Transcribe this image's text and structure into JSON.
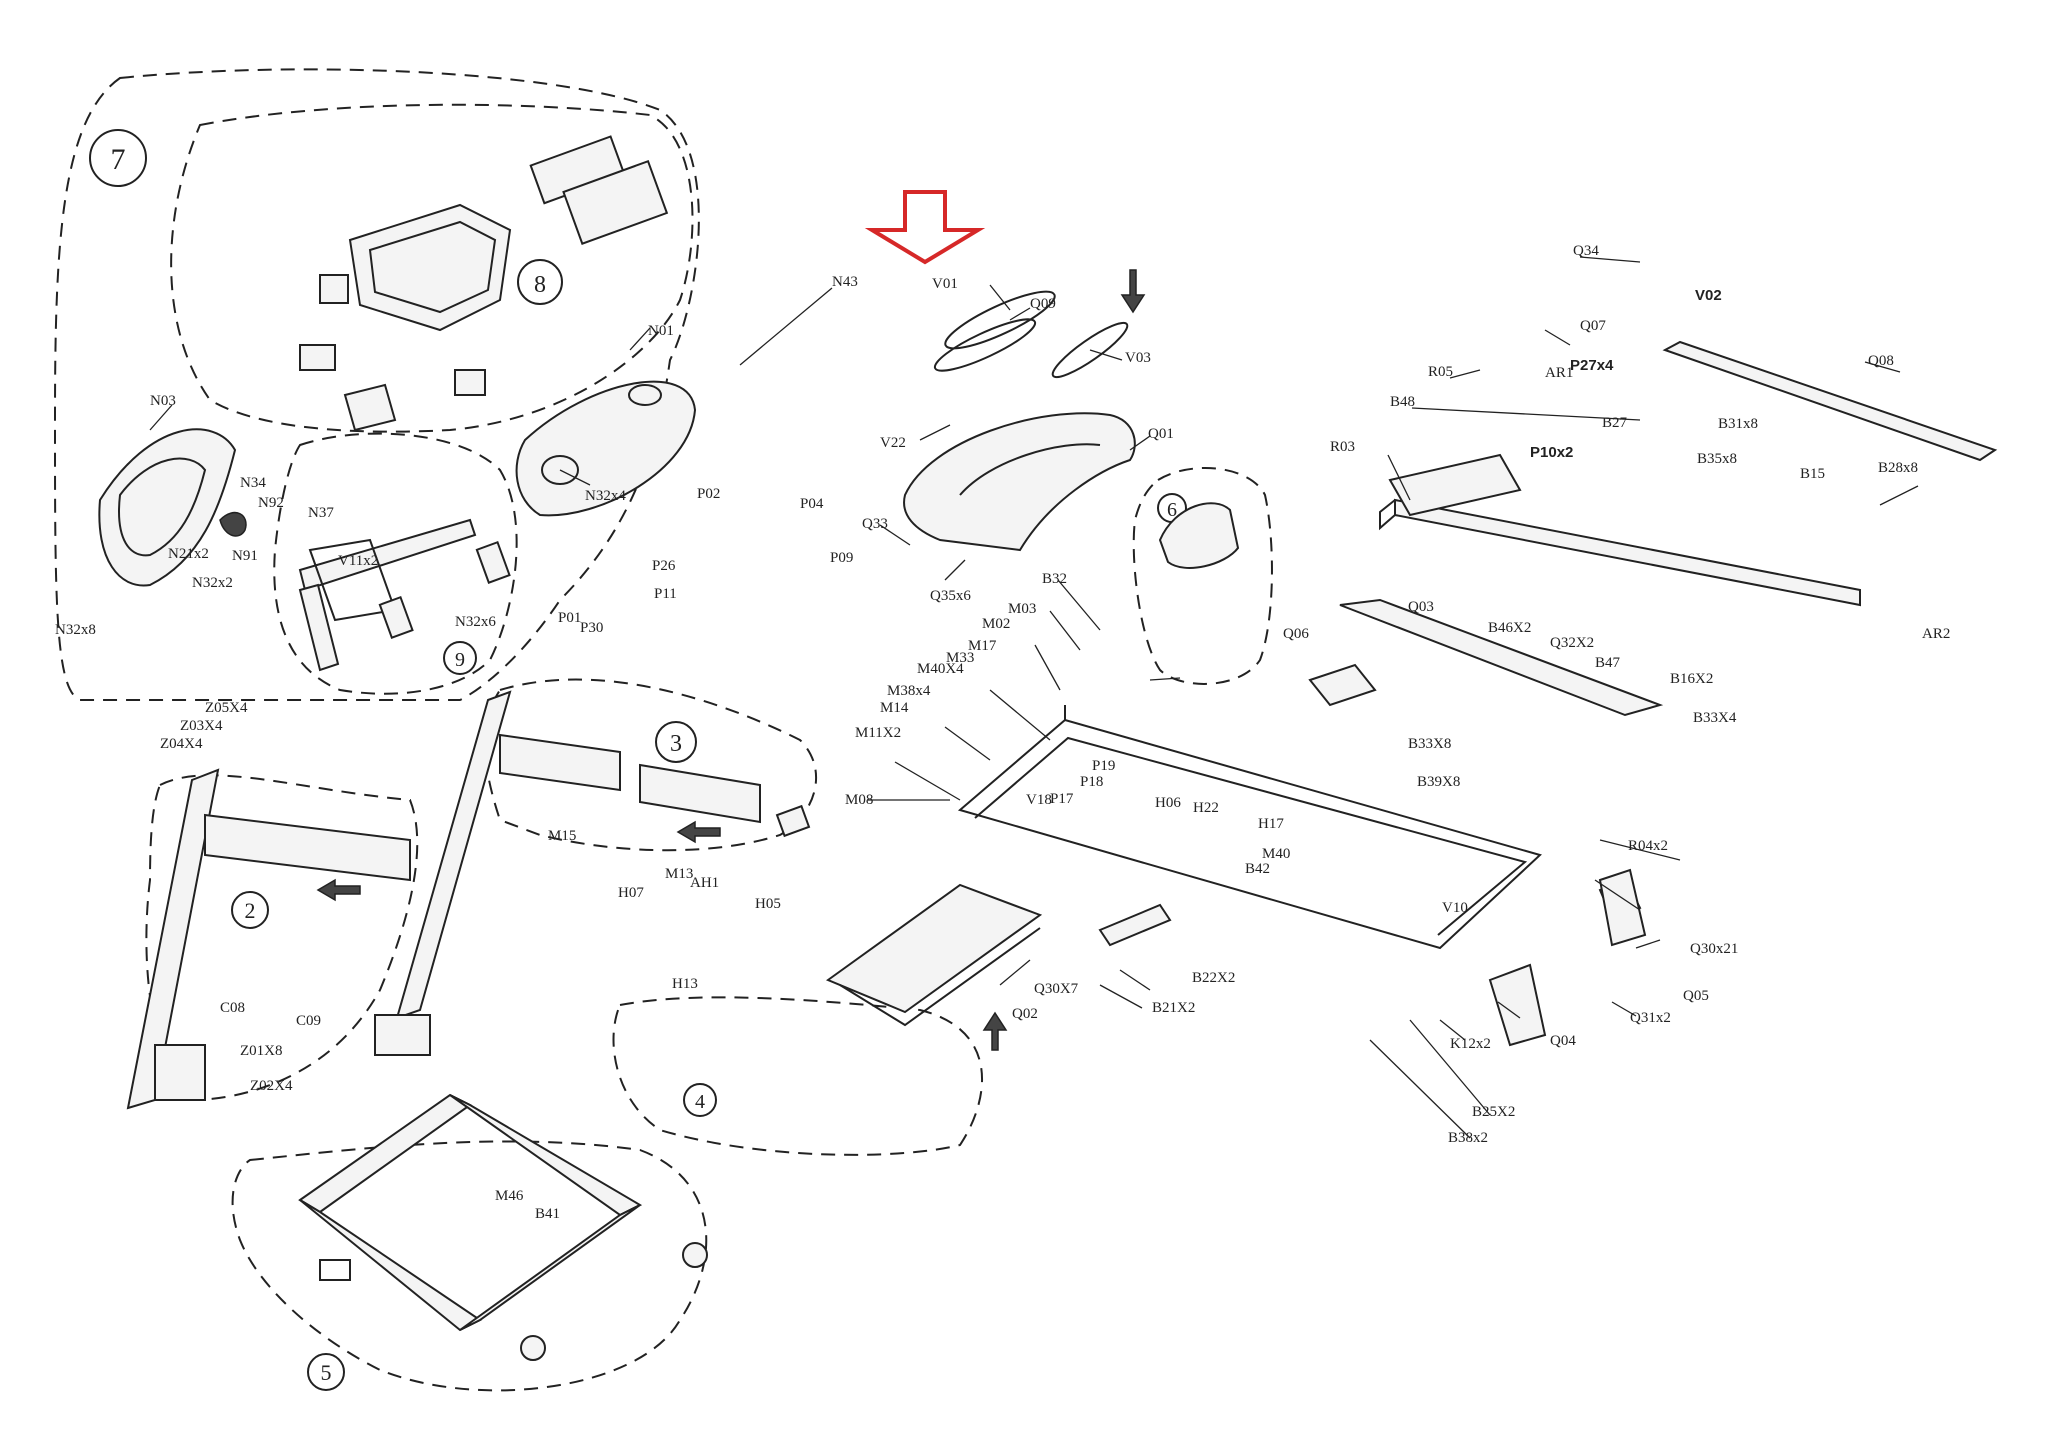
{
  "highlight": {
    "color": "#d62828",
    "target": "V01"
  },
  "group_numbers": [
    "7",
    "8",
    "9",
    "6",
    "3",
    "2",
    "4",
    "5"
  ],
  "labels": [
    "V01",
    "Q09",
    "V03",
    "V22",
    "Q01",
    "Q33",
    "Q35x6",
    "N43",
    "N01",
    "N32x4",
    "N03",
    "N34",
    "N92",
    "N21x2",
    "N91",
    "N32x2",
    "N32x8",
    "N37",
    "V11x2",
    "N32x6",
    "P01",
    "P30",
    "P02",
    "P04",
    "P26",
    "P09",
    "P11",
    "B32",
    "M03",
    "M02",
    "M17",
    "M33",
    "M40X4",
    "M38x4",
    "M14",
    "M11X2",
    "M08",
    "V18",
    "P17",
    "P18",
    "P19",
    "H06",
    "H22",
    "M40",
    "H17",
    "B42",
    "B39X8",
    "Q34",
    "V02",
    "Q07",
    "Q08",
    "R05",
    "AR1",
    "P27x4",
    "B48",
    "B27",
    "P10x2",
    "B31x8",
    "B35x8",
    "B28x8",
    "R03",
    "B15",
    "Q06",
    "Q03",
    "B46X2",
    "Q32X2",
    "B47",
    "B16X2",
    "B33X4",
    "AR2",
    "B33X8",
    "R04x2",
    "V10",
    "Q30x21",
    "Q05",
    "Q04",
    "Q31x2",
    "K12x2",
    "B25X2",
    "B38x2",
    "Q02",
    "Q30X7",
    "B22X2",
    "B21X2",
    "Z05X4",
    "Z03X4",
    "Z04X4",
    "C08",
    "Z01X8",
    "C09",
    "Z02X4",
    "H05",
    "H07",
    "M15",
    "M13",
    "AH1",
    "H13",
    "M46",
    "B41"
  ]
}
